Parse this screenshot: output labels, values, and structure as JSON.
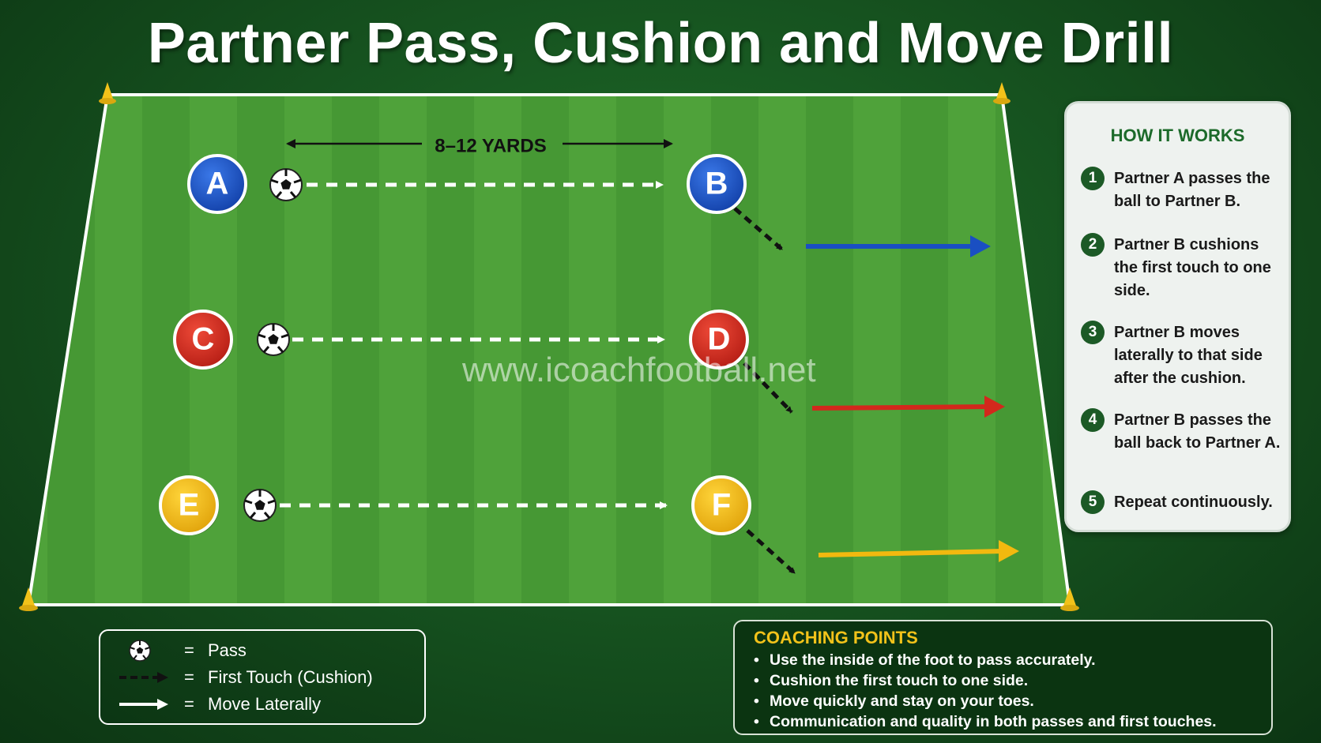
{
  "title": "Partner Pass, Cushion and Move Drill",
  "distance_label": "8–12 YARDS",
  "watermark": "www.icoachfootball.net",
  "colors": {
    "field": "#4a9a32",
    "blue": "#1a4fc2",
    "red": "#d3281c",
    "yellow": "#f2b90f",
    "panel_title": "#1c6a2a",
    "coach_title": "#f2c21a"
  },
  "players": [
    {
      "letter": "A",
      "color": "blue"
    },
    {
      "letter": "B",
      "color": "blue"
    },
    {
      "letter": "C",
      "color": "red"
    },
    {
      "letter": "D",
      "color": "red"
    },
    {
      "letter": "E",
      "color": "yellow"
    },
    {
      "letter": "F",
      "color": "yellow"
    }
  ],
  "how_it_works": {
    "title": "HOW IT WORKS",
    "steps": [
      {
        "num": "1",
        "text": "Partner A passes the ball to Partner B."
      },
      {
        "num": "2",
        "text": "Partner B cushions the first touch to one side."
      },
      {
        "num": "3",
        "text": "Partner B moves laterally to that side after the cushion."
      },
      {
        "num": "4",
        "text": "Partner B passes the ball back to Partner A."
      },
      {
        "num": "5",
        "text": "Repeat continuously."
      }
    ]
  },
  "legend": {
    "items": [
      {
        "icon": "ball-icon",
        "eq": "=",
        "label": "Pass"
      },
      {
        "icon": "black-dashed-arrow-icon",
        "eq": "=",
        "label": "First Touch (Cushion)"
      },
      {
        "icon": "white-arrow-icon",
        "eq": "=",
        "label": "Move Laterally"
      }
    ]
  },
  "coaching_points": {
    "title": "COACHING POINTS",
    "items": [
      "Use the inside of the foot to pass accurately.",
      "Cushion the first touch to one side.",
      "Move quickly and stay on your toes.",
      "Communication and quality in both passes and first touches."
    ]
  }
}
